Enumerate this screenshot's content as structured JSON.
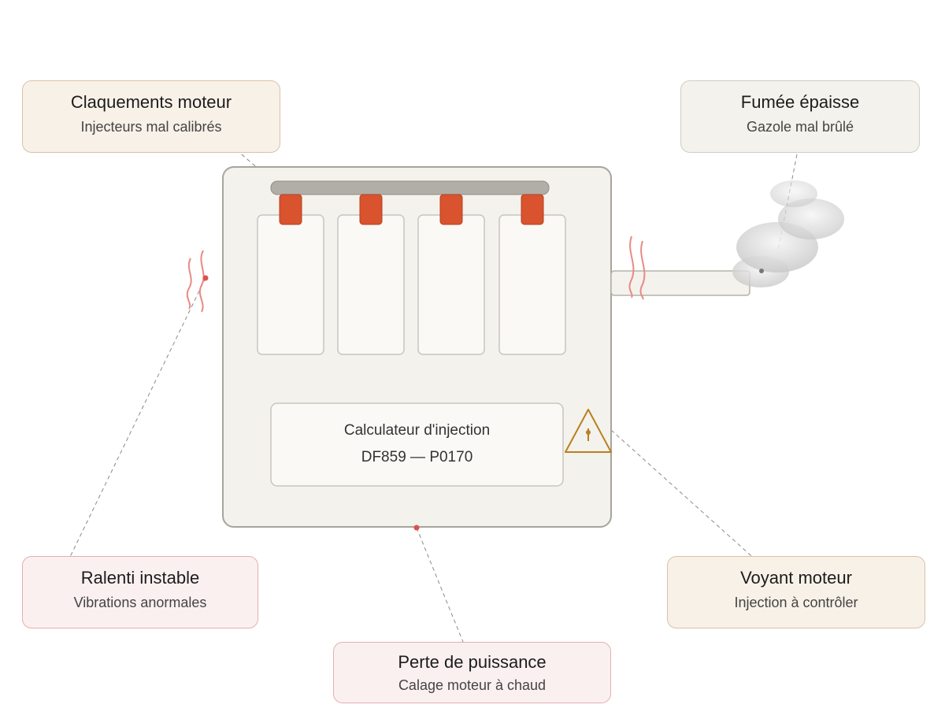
{
  "callouts": {
    "claquements": {
      "title": "Claquements moteur",
      "subtitle": "Injecteurs mal calibrés"
    },
    "fumee": {
      "title": "Fumée épaisse",
      "subtitle": "Gazole mal brûlé"
    },
    "ralenti": {
      "title": "Ralenti instable",
      "subtitle": "Vibrations anormales"
    },
    "voyant": {
      "title": "Voyant moteur",
      "subtitle": "Injection à contrôler"
    },
    "puissance": {
      "title": "Perte de puissance",
      "subtitle": "Calage moteur à chaud"
    }
  },
  "ecu": {
    "label": "Calculateur d'injection",
    "codes": "DF859 — P0170"
  },
  "icons": [
    "injector-icon",
    "warning-triangle-icon",
    "smoke-icon",
    "vibration-icon"
  ],
  "colors": {
    "injector": "#d9532f",
    "warning": "#b8801f",
    "vibration": "#e98a84",
    "engine_fill": "#f4f2ec",
    "engine_border": "#a7a49d",
    "rail": "#b0aea7"
  }
}
